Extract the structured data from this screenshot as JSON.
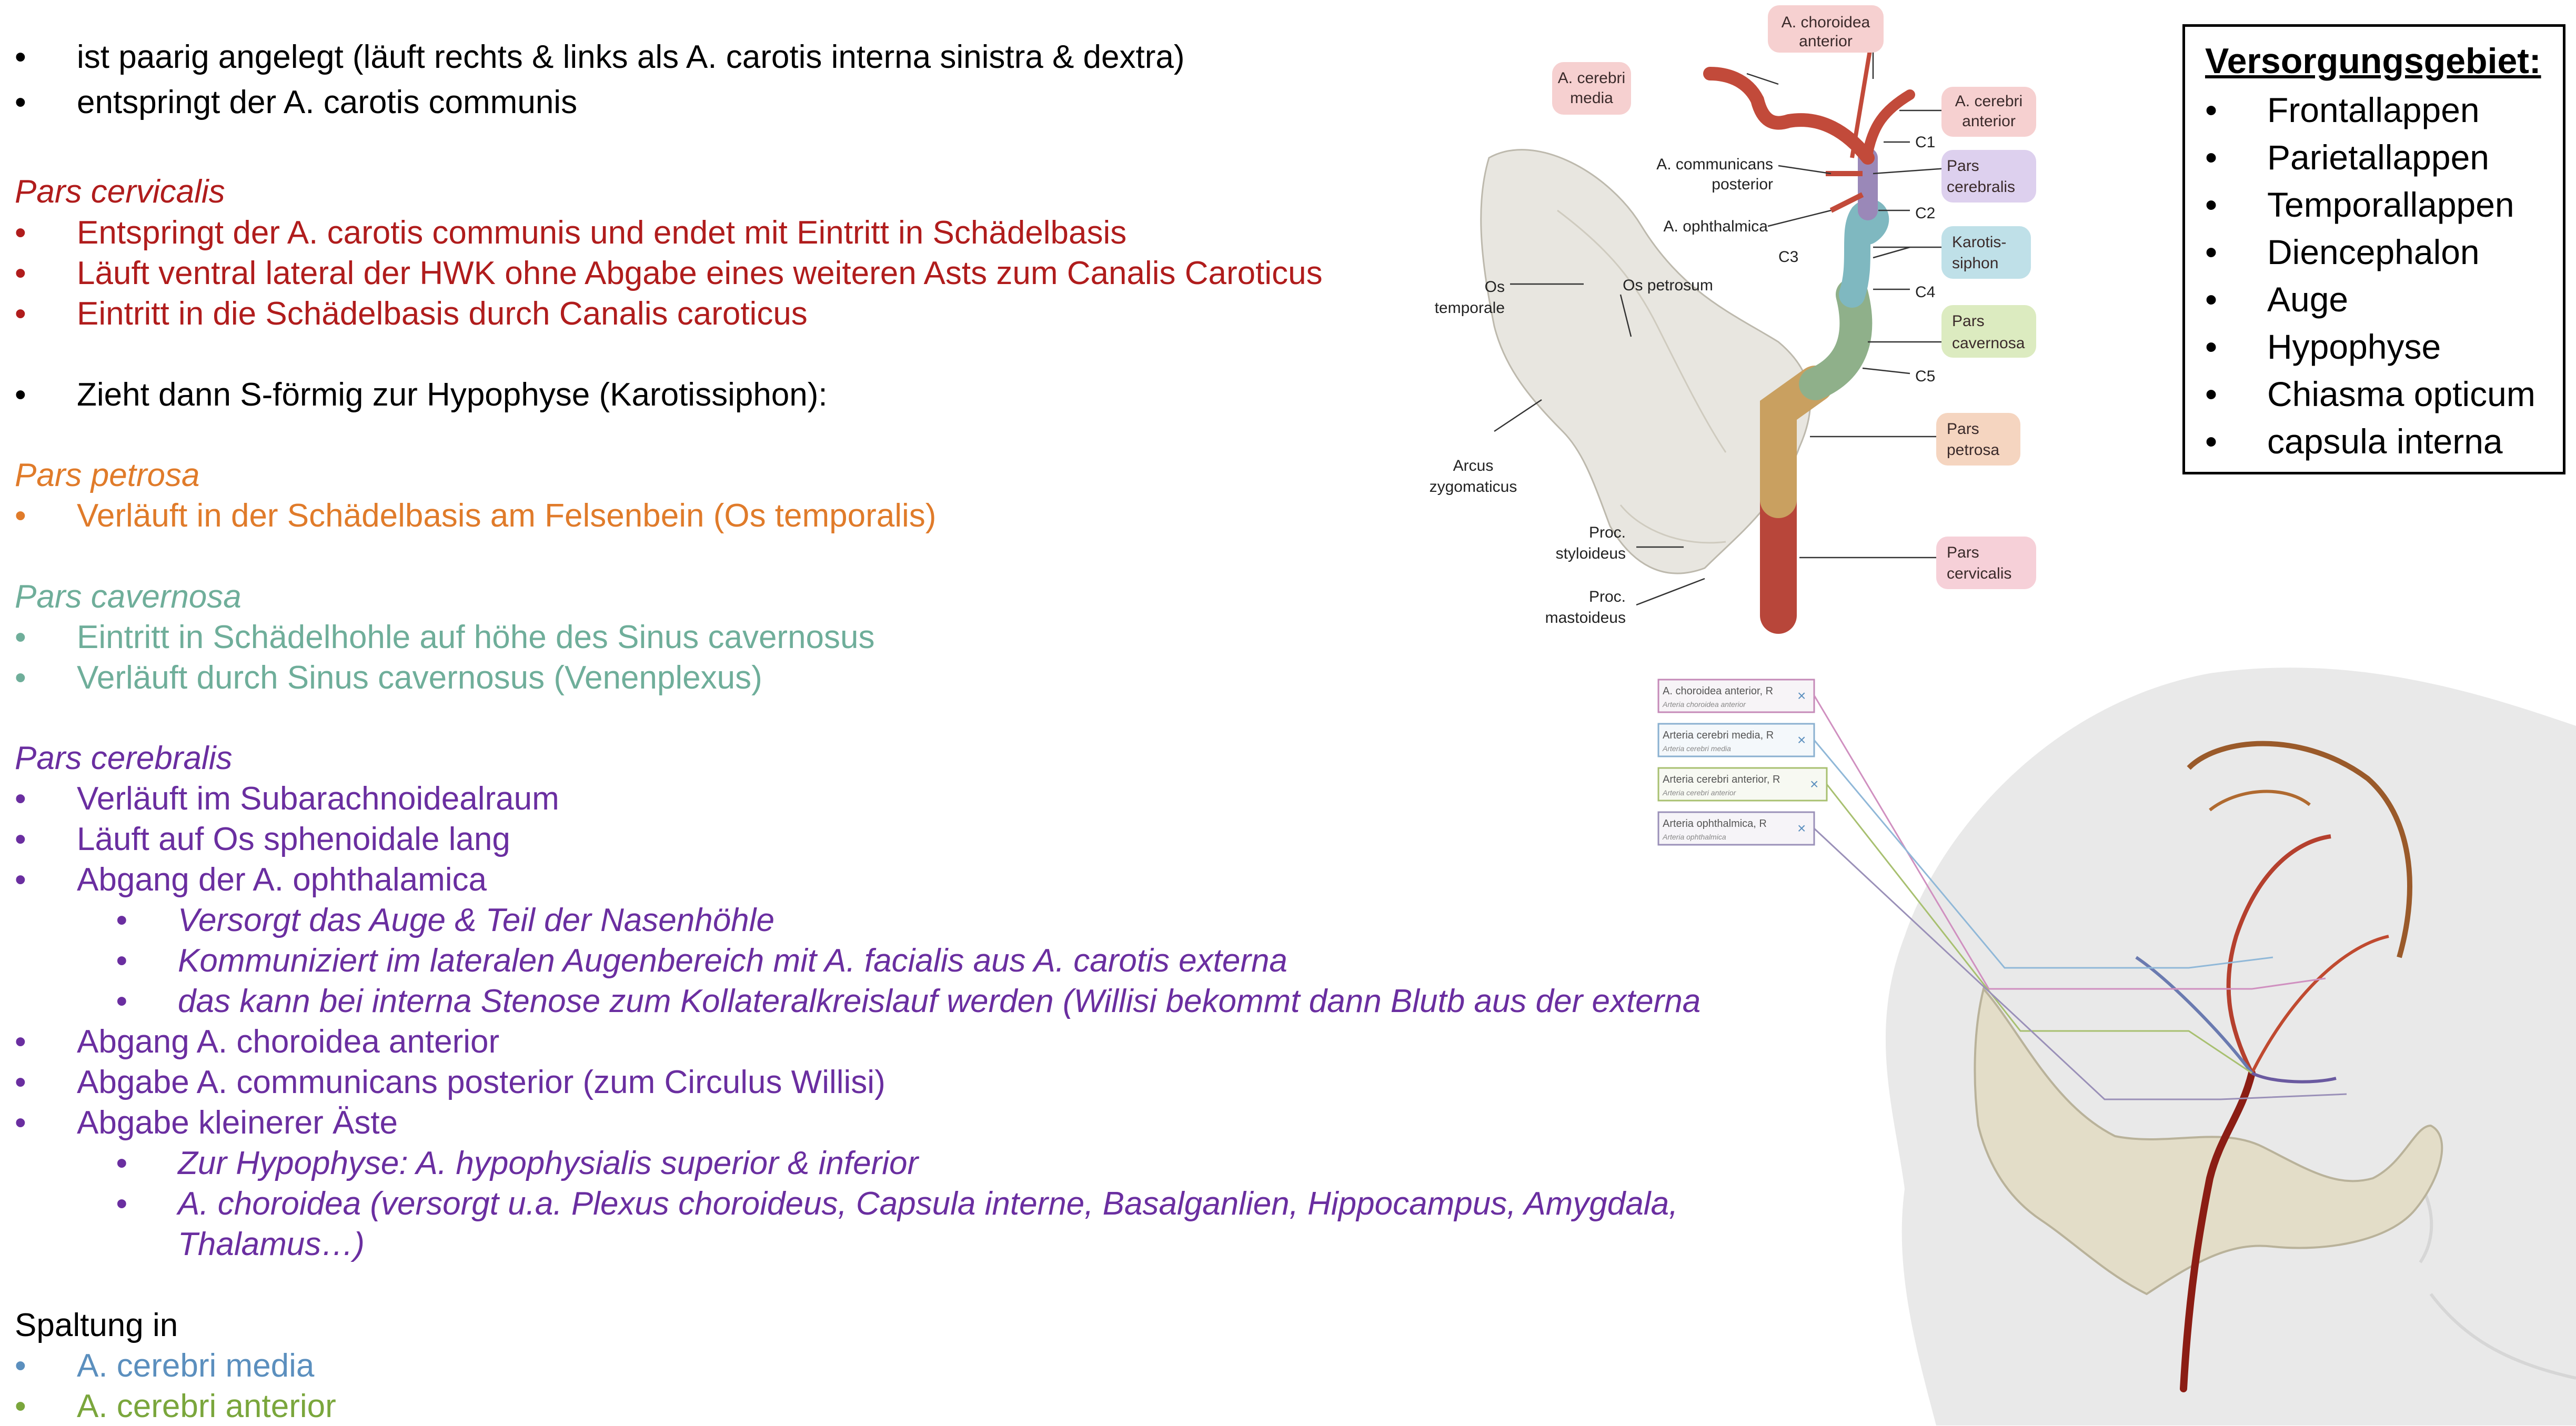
{
  "intro": [
    "ist paarig angelegt (läuft rechts & links als A. carotis interna sinistra & dextra)",
    "entspringt der A. carotis communis"
  ],
  "cervicalis": {
    "heading": "Pars cervicalis",
    "items": [
      "Entspringt der A. carotis communis und endet mit Eintritt in Schädelbasis",
      "Läuft ventral lateral der HWK ohne Abgabe eines weiteren Asts zum Canalis Caroticus",
      "Eintritt in die Schädelbasis durch Canalis caroticus"
    ]
  },
  "siphon_text": "Zieht dann S-förmig zur Hypophyse (Karotissiphon):",
  "petrosa": {
    "heading": "Pars petrosa",
    "items": [
      "Verläuft in der Schädelbasis am Felsenbein (Os temporalis)"
    ]
  },
  "cavernosa": {
    "heading": "Pars cavernosa",
    "items": [
      "Eintritt in Schädelhohle auf höhe des Sinus cavernosus",
      "Verläuft durch Sinus cavernosus (Venenplexus)"
    ]
  },
  "cerebralis": {
    "heading": "Pars cerebralis",
    "items": [
      "Verläuft im Subarachnoidealraum",
      "Läuft auf Os sphenoidale lang",
      "Abgang der A. ophthalamica"
    ],
    "ophth_sub": [
      "Versorgt das Auge & Teil der Nasenhöhle",
      "Kommuniziert im lateralen Augenbereich mit A. facialis aus A. carotis externa",
      "das kann bei interna Stenose zum Kollateralkreislauf werden (Willisi bekommt dann Blutb aus der externa"
    ],
    "items2": [
      "Abgang A. choroidea anterior",
      "Abgabe A. communicans posterior (zum Circulus Willisi)",
      "Abgabe kleinerer Äste"
    ],
    "small_sub": [
      "Zur Hypophyse: A. hypophysialis superior & inferior",
      "A. choroidea (versorgt u.a. Plexus choroideus, Capsula interne, Basalganlien, Hippocampus, Amygdala,",
      "Thalamus…)"
    ]
  },
  "split": {
    "heading": "Spaltung in",
    "items": [
      "A. cerebri media",
      "A. cerebri anterior"
    ]
  },
  "versorgung": {
    "title": "Versorgungsgebiet:",
    "items": [
      "Frontallappen",
      "Parietallappen",
      "Temporallappen",
      "Diencephalon",
      "Auge",
      "Hypophyse",
      "Chiasma opticum",
      "capsula interna"
    ]
  },
  "figure1": {
    "labels": {
      "choroidea": [
        "A. choroidea",
        "anterior"
      ],
      "cerebri_media": [
        "A. cerebri",
        "media"
      ],
      "cerebri_anterior": [
        "A. cerebri",
        "anterior"
      ],
      "communicans": [
        "A. communicans",
        "posterior"
      ],
      "ophthalmica": "A. ophthalmica",
      "os_temporale": [
        "Os",
        "temporale"
      ],
      "os_petrosum": "Os petrosum",
      "arcus": [
        "Arcus",
        "zygomaticus"
      ],
      "styloideus": [
        "Proc.",
        "styloideus"
      ],
      "mastoideus": [
        "Proc.",
        "mastoideus"
      ],
      "pars_cerebralis": [
        "Pars",
        "cerebralis"
      ],
      "karotissiphon": [
        "Karotis-",
        "siphon"
      ],
      "pars_cavernosa": [
        "Pars",
        "cavernosa"
      ],
      "pars_petrosa": [
        "Pars",
        "petrosa"
      ],
      "pars_cervicalis": [
        "Pars",
        "cervicalis"
      ],
      "c1": "C1",
      "c2": "C2",
      "c3": "C3",
      "c4": "C4",
      "c5": "C5"
    }
  },
  "figure2": {
    "cards": [
      {
        "title": "A. choroidea anterior, R",
        "sub": "Arteria choroidea anterior"
      },
      {
        "title": "Arteria cerebri media, R",
        "sub": "Arteria cerebri media"
      },
      {
        "title": "Arteria cerebri anterior, R",
        "sub": "Arteria cerebri anterior"
      },
      {
        "title": "Arteria ophthalmica, R",
        "sub": "Arteria ophthalmica"
      }
    ]
  },
  "colors": {
    "red": "#b01c1c",
    "orange": "#e07b2a",
    "teal": "#6fae9a",
    "purple": "#6a2ea0",
    "blue": "#5b8fbe",
    "green": "#7aa63c"
  }
}
